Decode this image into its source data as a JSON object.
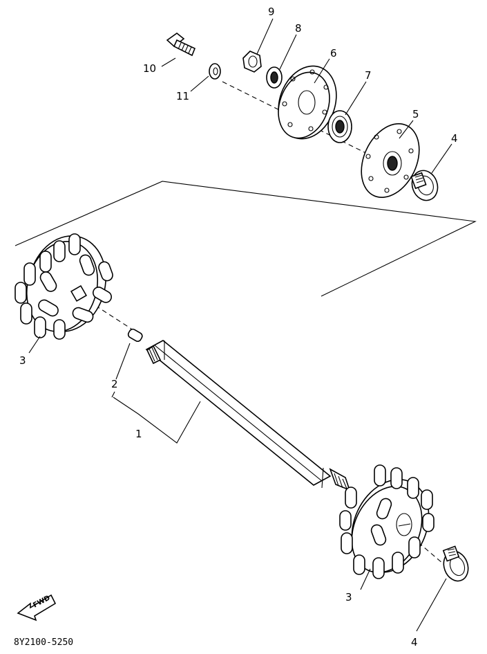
{
  "callouts": {
    "shaft": "1",
    "pin": "2",
    "sprocket_upper": "3",
    "sprocket_lower": "3",
    "clamp_upper": "4",
    "clamp_lower": "4",
    "flange_outer": "5",
    "flange_inner": "6",
    "bearing": "7",
    "washer": "8",
    "nut": "9",
    "bolt": "10",
    "spring_washer": "11"
  },
  "forward_arrow": {
    "label": "FWD"
  },
  "footer": {
    "code": "8Y2100-5250"
  }
}
